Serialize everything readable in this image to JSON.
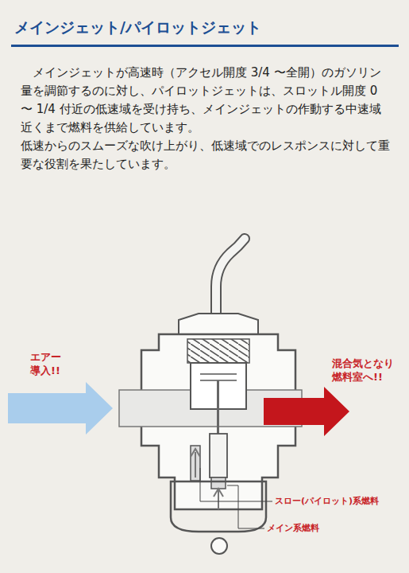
{
  "diagram": {
    "title": "メインジェット/パイロットジェット",
    "labels": [
      "メインジェットが高速時（アクセル開度 3/4 〜全開）のガソリン量を調節するのに対し、パイロットジェットは、スロットル開度 0 〜 1/4 付近の低速域を受け持ち、メインジェットの作動する中速域近くまで燃料を供給しています。",
      "低速からのスムーズな吹け上がり、低速域でのレスポンスに対して重要な役割を果たしています。",
      "エアー 導入!!",
      "混合気となり 燃料室へ!!",
      "スロー(パイロット)系燃料",
      "メイン系燃料"
    ]
  }
}
